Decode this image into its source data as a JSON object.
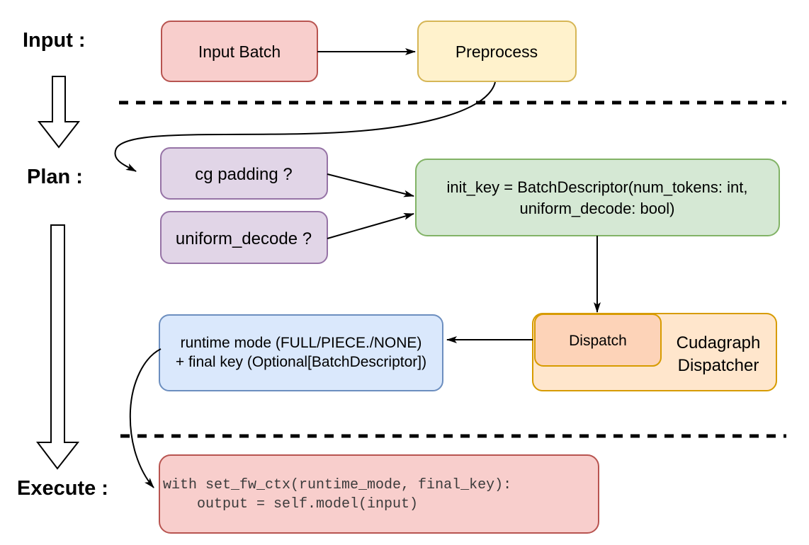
{
  "sections": {
    "input_label": "Input :",
    "plan_label": "Plan :",
    "execute_label": "Execute :"
  },
  "nodes": {
    "input_batch": {
      "label": "Input Batch"
    },
    "preprocess": {
      "label": "Preprocess"
    },
    "cg_padding": {
      "label": "cg padding ?"
    },
    "uniform_decode": {
      "label": "uniform_decode ?"
    },
    "init_key": {
      "line1": "init_key = BatchDescriptor(num_tokens: int,",
      "line2": "uniform_decode: bool)"
    },
    "dispatch": {
      "label": "Dispatch"
    },
    "cudagraph_dispatcher": {
      "line1": "Cudagraph",
      "line2": "Dispatcher"
    },
    "runtime_mode": {
      "line1": "runtime mode (FULL/PIECE./NONE)",
      "line2": "+ final key (Optional[BatchDescriptor])"
    },
    "execute_code": {
      "line1": "with set_fw_ctx(runtime_mode, final_key):",
      "line2": "    output = self.model(input)"
    }
  },
  "colors": {
    "red_fill": "#f8cecc",
    "red_stroke": "#b85450",
    "yellow_fill": "#fff2cc",
    "yellow_stroke": "#d6b656",
    "purple_fill": "#e1d5e7",
    "purple_stroke": "#9673a6",
    "green_fill": "#d5e8d4",
    "green_stroke": "#82b366",
    "blue_fill": "#dae8fc",
    "blue_stroke": "#6c8ebf",
    "orange_fill": "#ffe6cc",
    "orange_stroke": "#d79b00",
    "peach_fill": "#fdd3b8",
    "line": "#000000"
  }
}
